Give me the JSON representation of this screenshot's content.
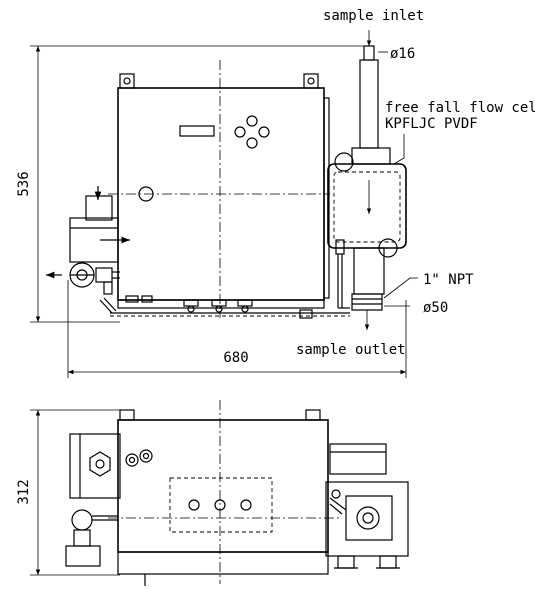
{
  "labels": {
    "sample_inlet": "sample inlet",
    "diameter_16": "ø16",
    "flow_cell_line1": "free fall flow cell",
    "flow_cell_line2": "KPFLJC PVDF",
    "npt": "1\" NPT",
    "diameter_50": "ø50",
    "sample_outlet": "sample outlet"
  },
  "dimensions": {
    "height_front": "536",
    "width_front": "680",
    "height_top": "312"
  },
  "colors": {
    "line": "#000000",
    "background": "#ffffff"
  }
}
